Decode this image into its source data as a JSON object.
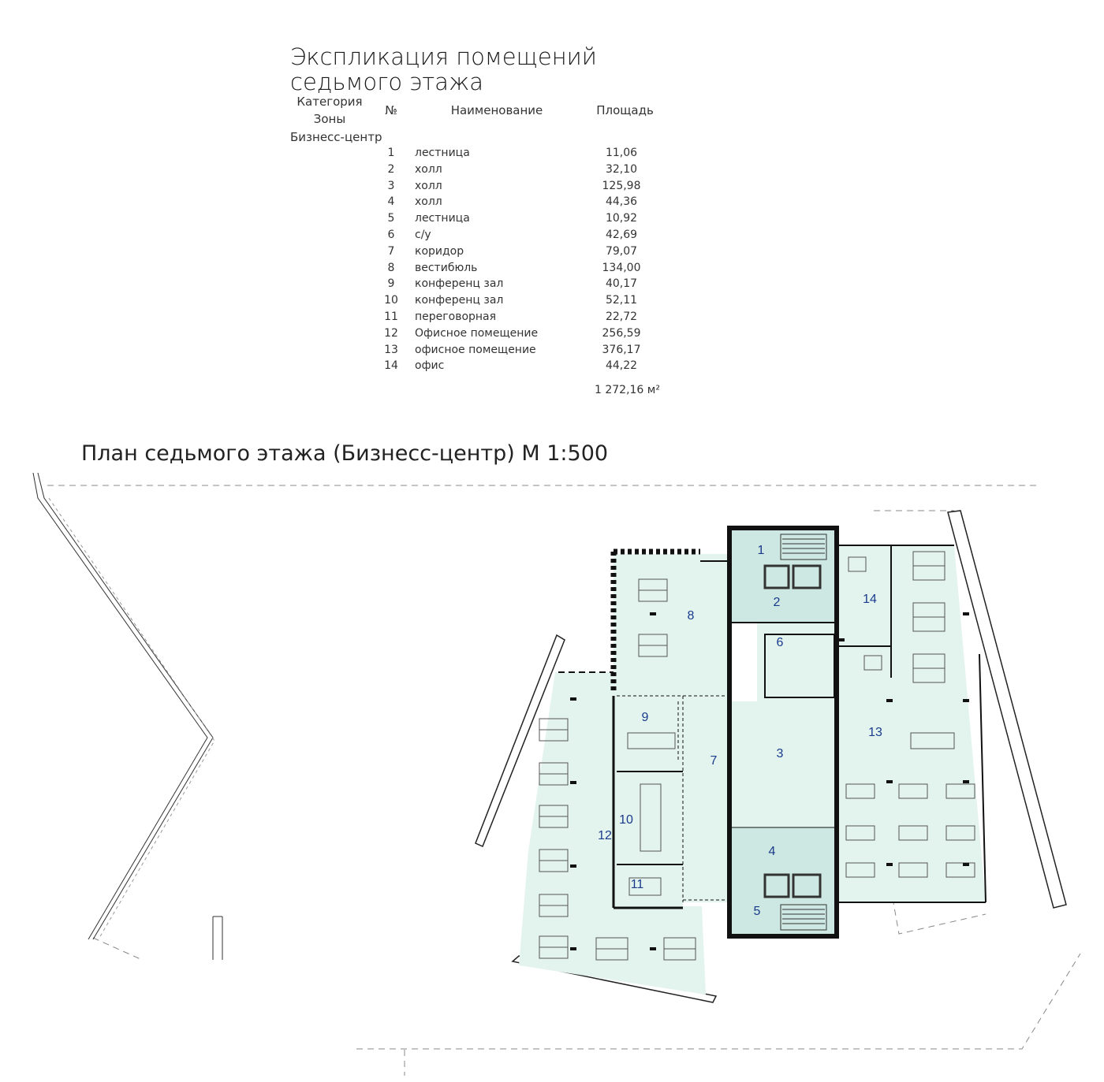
{
  "explication": {
    "title_line1": "Экспликация помещений",
    "title_line2": "седьмого этажа",
    "headers": {
      "category_line1": "Категория",
      "category_line2": "Зоны",
      "number": "№",
      "name": "Наименование",
      "area": "Площадь"
    },
    "zone": "Бизнесс-центр",
    "rows": [
      {
        "no": "1",
        "name": "лестница",
        "area": "11,06"
      },
      {
        "no": "2",
        "name": "холл",
        "area": "32,10"
      },
      {
        "no": "3",
        "name": "холл",
        "area": "125,98"
      },
      {
        "no": "4",
        "name": "холл",
        "area": "44,36"
      },
      {
        "no": "5",
        "name": "лестница",
        "area": "10,92"
      },
      {
        "no": "6",
        "name": "с/у",
        "area": "42,69"
      },
      {
        "no": "7",
        "name": "коридор",
        "area": "79,07"
      },
      {
        "no": "8",
        "name": "вестибюль",
        "area": "134,00"
      },
      {
        "no": "9",
        "name": "конференц зал",
        "area": "40,17"
      },
      {
        "no": "10",
        "name": "конференц зал",
        "area": "52,11"
      },
      {
        "no": "11",
        "name": "переговорная",
        "area": "22,72"
      },
      {
        "no": "12",
        "name": "Офисное помещение",
        "area": "256,59"
      },
      {
        "no": "13",
        "name": "офисное помещение",
        "area": "376,17"
      },
      {
        "no": "14",
        "name": "офис",
        "area": "44,22"
      }
    ],
    "total": "1 272,16 м²"
  },
  "plan": {
    "title": "План седьмого этажа (Бизнесс-центр) М 1:500",
    "room_labels": [
      "1",
      "2",
      "3",
      "4",
      "5",
      "6",
      "7",
      "8",
      "9",
      "10",
      "11",
      "12",
      "13",
      "14"
    ],
    "colors": {
      "room_fill": "#e3f4ef",
      "core_fill": "#cde8e2",
      "wall": "#111111",
      "label": "#1a3a8c"
    }
  }
}
